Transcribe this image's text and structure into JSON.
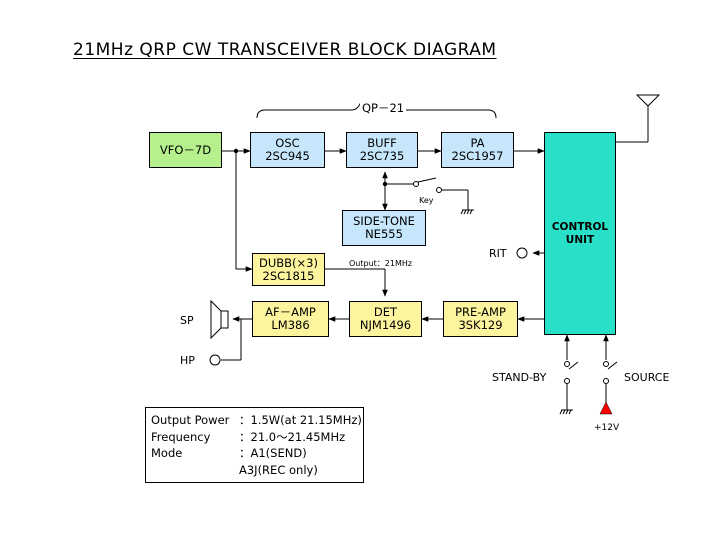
{
  "title": "21MHz  QRP  CW  TRANSCEIVER  BLOCK  DIAGRAM",
  "group_label": "QP－21",
  "blocks": {
    "vfo": {
      "line1": "VFO－7D",
      "line2": ""
    },
    "osc": {
      "line1": "OSC",
      "line2": "2SC945"
    },
    "buff": {
      "line1": "BUFF",
      "line2": "2SC735"
    },
    "pa": {
      "line1": "PA",
      "line2": "2SC1957"
    },
    "sidetone": {
      "line1": "SIDE-TONE",
      "line2": "NE555"
    },
    "dubb": {
      "line1": "DUBB(×3)",
      "line2": "2SC1815"
    },
    "afamp": {
      "line1": "AF－AMP",
      "line2": "LM386"
    },
    "det": {
      "line1": "DET",
      "line2": "NJM1496"
    },
    "preamp": {
      "line1": "PRE-AMP",
      "line2": "3SK129"
    },
    "control": {
      "line1": "CONTROL",
      "line2": "UNIT"
    }
  },
  "labels": {
    "key": "Key",
    "output": "Output：21MHz",
    "rit": "RIT",
    "sp": "SP",
    "hp": "HP",
    "standby": "STAND-BY",
    "source": "SOURCE",
    "supply": "+12V"
  },
  "specs": [
    {
      "key": "Output  Power",
      "value": "：1.5W(at  21.15MHz)"
    },
    {
      "key": "Frequency",
      "value": "：21.0～21.45MHz"
    },
    {
      "key": "Mode",
      "value": "：A1(SEND)"
    },
    {
      "key": "",
      "value": "A3J(REC  only)"
    }
  ],
  "colors": {
    "vfo": "#b6f08c",
    "qp21_blocks": "#c6e6fb",
    "aux_blocks": "#fdf59d",
    "control_unit": "#28e0c8",
    "supply_arrow": "#ff0000"
  }
}
